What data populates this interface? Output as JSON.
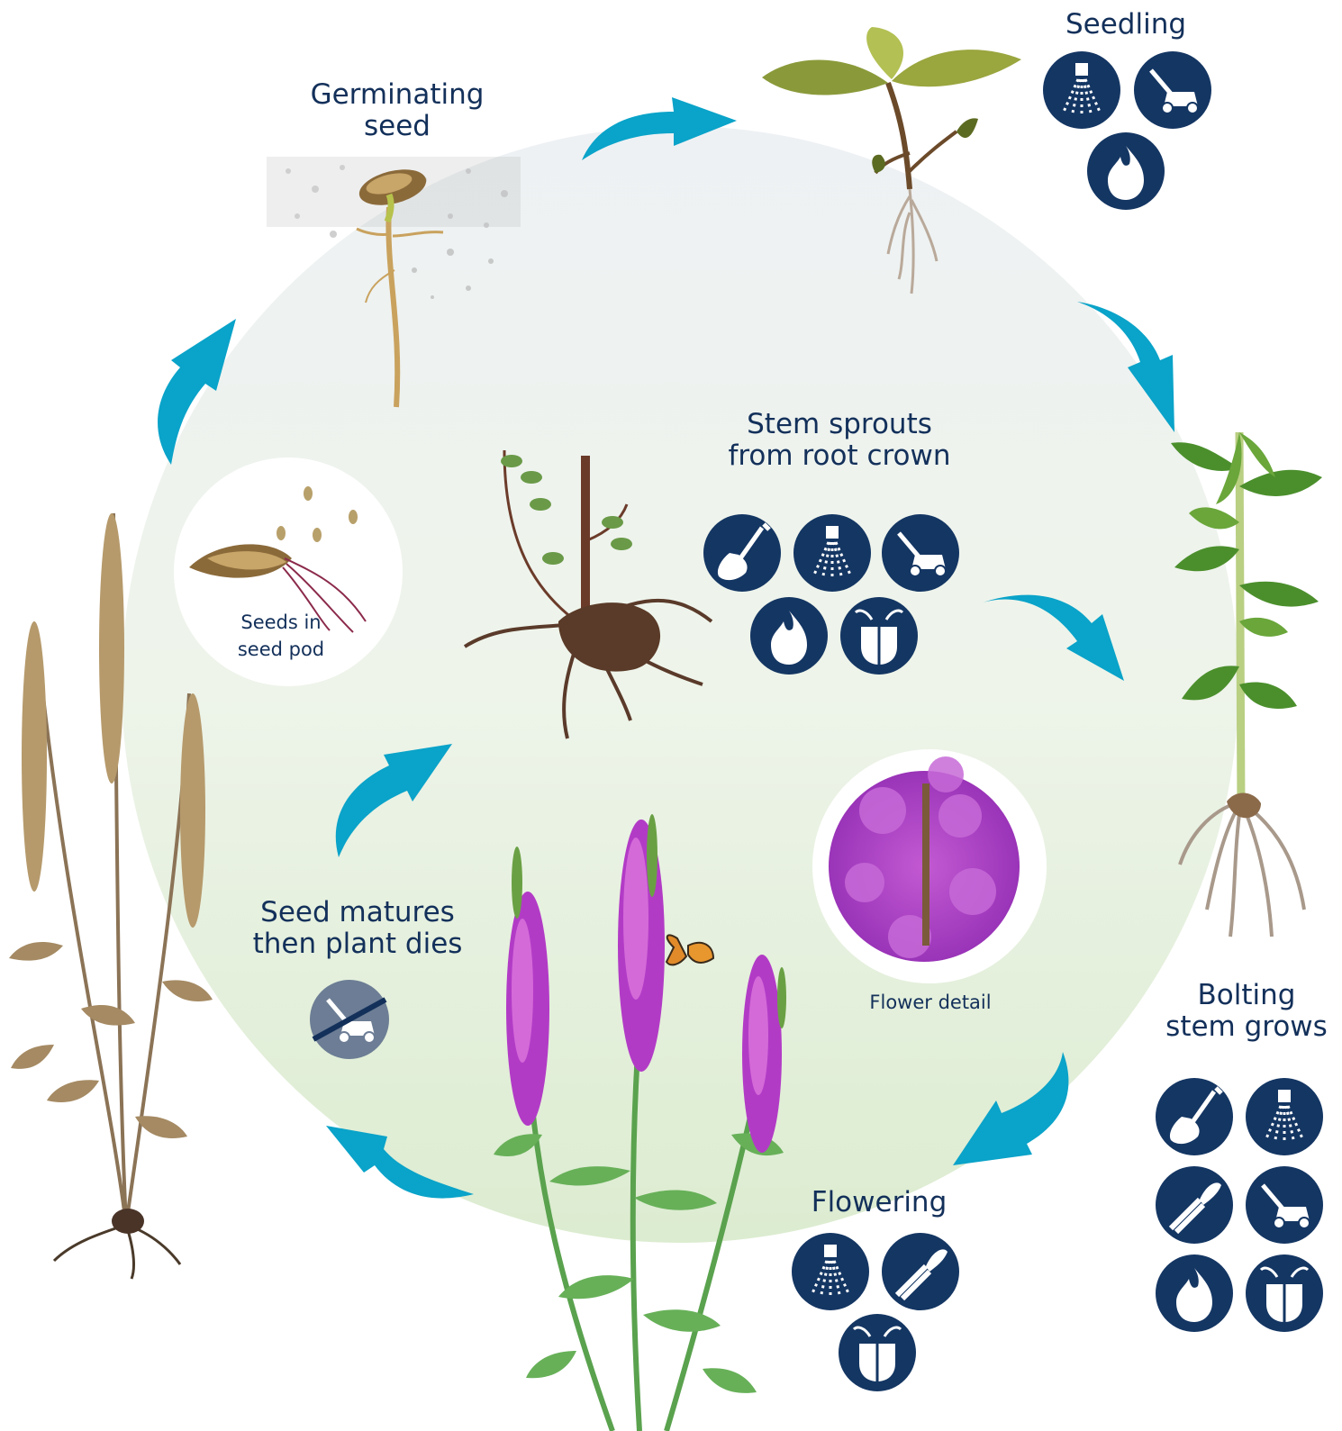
{
  "stages": {
    "germinating": {
      "line1": "Germinating",
      "line2": "seed"
    },
    "seedling": {
      "title": "Seedling",
      "icons": [
        "spray-icon",
        "mower-icon",
        "fire-icon"
      ]
    },
    "root_crown": {
      "line1": "Stem sprouts",
      "line2": "from root crown",
      "icons": [
        "shovel-icon",
        "spray-icon",
        "mower-icon",
        "fire-icon",
        "beetle-icon"
      ]
    },
    "bolting": {
      "line1": "Bolting",
      "line2": "stem grows",
      "icons": [
        "shovel-icon",
        "spray-icon",
        "pruner-icon",
        "mower-icon",
        "fire-icon",
        "beetle-icon"
      ]
    },
    "flowering": {
      "title": "Flowering",
      "icons": [
        "spray-icon",
        "pruner-icon",
        "beetle-icon"
      ],
      "detail_caption": "Flower detail"
    },
    "seed_matures": {
      "line1": "Seed matures",
      "line2": "then plant dies",
      "icons": [
        "no-mower-icon"
      ]
    },
    "seed_pod": {
      "line1": "Seeds in",
      "line2": "seed pod"
    }
  },
  "colors": {
    "icon_navy": "#143663",
    "icon_muted": "#6c7d95",
    "arrow_cyan": "#0aa3c9",
    "label_navy": "#13305a",
    "loosestrife_purple": "#b23bc6",
    "dead_stalk_tan": "#a58a63"
  }
}
